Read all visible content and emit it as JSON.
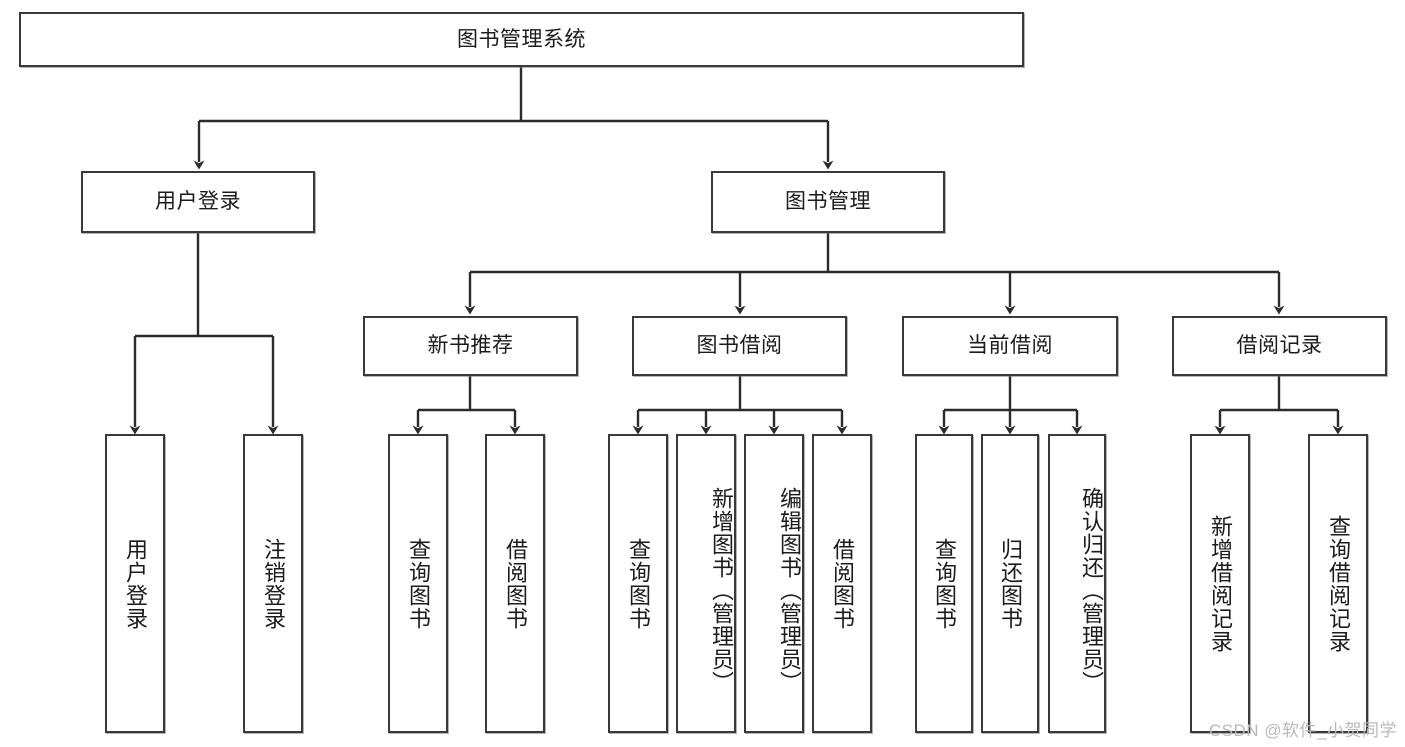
{
  "diagram": {
    "title": "图书管理系统",
    "type": "hierarchy-tree",
    "root": {
      "id": "root",
      "label": "图书管理系统"
    },
    "level2": [
      {
        "id": "user-login",
        "label": "用户登录"
      },
      {
        "id": "book-manage",
        "label": "图书管理"
      }
    ],
    "level3": [
      {
        "id": "new-book-rec",
        "label": "新书推荐",
        "parent": "book-manage"
      },
      {
        "id": "book-borrow",
        "label": "图书借阅",
        "parent": "book-manage"
      },
      {
        "id": "current-borrow",
        "label": "当前借阅",
        "parent": "book-manage"
      },
      {
        "id": "borrow-record",
        "label": "借阅记录",
        "parent": "book-manage"
      }
    ],
    "leaves": [
      {
        "id": "leaf-user-login",
        "label": "用户登录",
        "parent": "user-login"
      },
      {
        "id": "leaf-logout-login",
        "label": "注销登录",
        "parent": "user-login"
      },
      {
        "id": "leaf-query-book-1",
        "label": "查询图书",
        "parent": "new-book-rec"
      },
      {
        "id": "leaf-borrow-book-1",
        "label": "借阅图书",
        "parent": "new-book-rec"
      },
      {
        "id": "leaf-query-book-2",
        "label": "查询图书",
        "parent": "book-borrow"
      },
      {
        "id": "leaf-add-book",
        "label": "新增图书（管理员）",
        "parent": "book-borrow"
      },
      {
        "id": "leaf-edit-book",
        "label": "编辑图书（管理员）",
        "parent": "book-borrow"
      },
      {
        "id": "leaf-borrow-book-2",
        "label": "借阅图书",
        "parent": "book-borrow"
      },
      {
        "id": "leaf-query-book-3",
        "label": "查询图书",
        "parent": "current-borrow"
      },
      {
        "id": "leaf-return-book",
        "label": "归还图书",
        "parent": "current-borrow"
      },
      {
        "id": "leaf-confirm-return",
        "label": "确认归还（管理员）",
        "parent": "current-borrow"
      },
      {
        "id": "leaf-add-record",
        "label": "新增借阅记录",
        "parent": "borrow-record"
      },
      {
        "id": "leaf-query-record",
        "label": "查询借阅记录",
        "parent": "borrow-record"
      }
    ],
    "watermark": "CSDN @软件_小贺同学",
    "colors": {
      "stroke": "#393939",
      "background": "#ffffff",
      "text": "#1b1b1b",
      "watermark": "#b9b9b9"
    }
  }
}
